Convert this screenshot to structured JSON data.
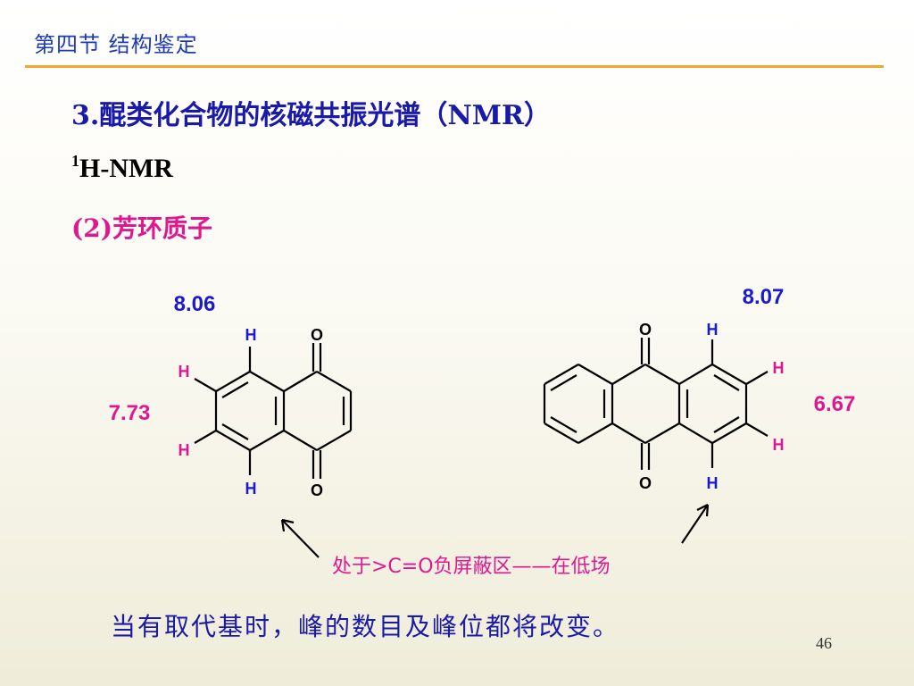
{
  "slide": {
    "section_title": "第四节  结构鉴定",
    "heading": "3.醌类化合物的核磁共振光谱（NMR）",
    "nmr_sup": "1",
    "nmr_text": "H-NMR",
    "subsection": "(2)芳环质子",
    "callout": "处于>C=O负屏蔽区——在低场",
    "conclusion": "当有取代基时，峰的数目及峰位都将改变。",
    "page_number": "46"
  },
  "naphthoquinone": {
    "shift_alpha": "8.06",
    "shift_beta": "7.73",
    "atoms": {
      "h_alpha_top": "H",
      "h_beta_top": "H",
      "h_beta_bottom": "H",
      "h_alpha_bottom": "H",
      "o_top": "O",
      "o_bottom": "O"
    }
  },
  "anthraquinone": {
    "shift_alpha": "8.07",
    "shift_beta": "6.67",
    "atoms": {
      "h_alpha_top": "H",
      "h_beta_top": "H",
      "h_beta_bottom": "H",
      "h_alpha_bottom": "H",
      "o_top": "O",
      "o_bottom": "O"
    }
  },
  "colors": {
    "title_blue": "#1f3bb3",
    "heading_blue": "#1a1aa8",
    "accent_pink": "#e01890",
    "rule_orange": "#f0a830"
  }
}
